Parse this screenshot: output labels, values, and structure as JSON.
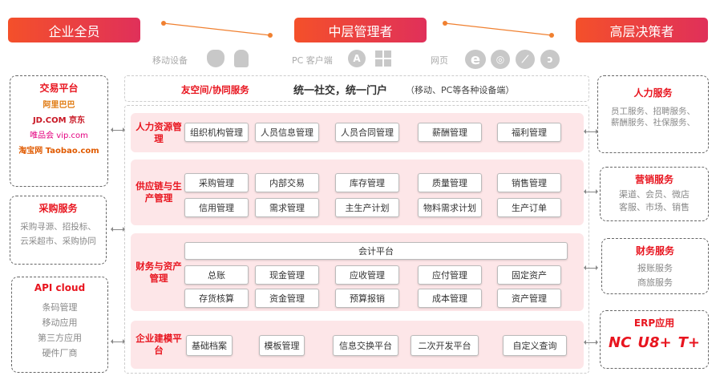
{
  "roles": [
    "企业全员",
    "中层管理者",
    "高层决策者"
  ],
  "devices": {
    "mobile": "移动设备",
    "pc": "PC 客户端",
    "web": "网页"
  },
  "device_icons": [
    "apple-icon",
    "android-icon",
    "appstore-icon",
    "windows-icon",
    "ie-icon",
    "chrome-icon",
    "safari-icon",
    "firefox-icon"
  ],
  "social": {
    "label": "友空间/协同服务",
    "title": "统一社交，统一门户",
    "note": "（移动、PC等各种设备端）"
  },
  "rows": [
    {
      "label": "人力资源管理",
      "items": [
        "组织机构管理",
        "人员信息管理",
        "人员合同管理",
        "薪酬管理",
        "福利管理"
      ]
    },
    {
      "label": "供应链与生产管理",
      "items": [
        "采购管理",
        "内部交易",
        "库存管理",
        "质量管理",
        "销售管理",
        "信用管理",
        "需求管理",
        "主生产计划",
        "物料需求计划",
        "生产订单"
      ]
    },
    {
      "label": "财务与资产管理",
      "platform": "会计平台",
      "items": [
        "总账",
        "现金管理",
        "应收管理",
        "应付管理",
        "固定资产",
        "存货核算",
        "资金管理",
        "预算报销",
        "成本管理",
        "资产管理"
      ]
    },
    {
      "label": "企业建模平台",
      "items": [
        "基础档案",
        "模板管理",
        "信息交换平台",
        "二次开发平台",
        "自定义查询"
      ]
    }
  ],
  "left": [
    {
      "title": "交易平台",
      "logos": [
        "阿里巴巴",
        "JD.COM 京东",
        "唯品会 vip.com",
        "淘宝网 Taobao.com"
      ]
    },
    {
      "title": "采购服务",
      "lines": [
        "采购寻源、招投标、",
        "云采超市、采购协同"
      ]
    },
    {
      "title": "API cloud",
      "lines": [
        "条码管理",
        "移动应用",
        "第三方应用",
        "硬件厂商"
      ]
    }
  ],
  "right": [
    {
      "title": "人力服务",
      "lines": [
        "员工服务、招聘服务、",
        "薪酬服务、社保服务、"
      ]
    },
    {
      "title": "营销服务",
      "lines": [
        "渠道、会员、微店",
        "客服、市场、销售"
      ]
    },
    {
      "title": "财务服务",
      "lines": [
        "报账服务",
        "商旅服务"
      ]
    },
    {
      "title": "ERP应用",
      "logos": [
        "NC",
        "U8+",
        "T+"
      ]
    }
  ]
}
